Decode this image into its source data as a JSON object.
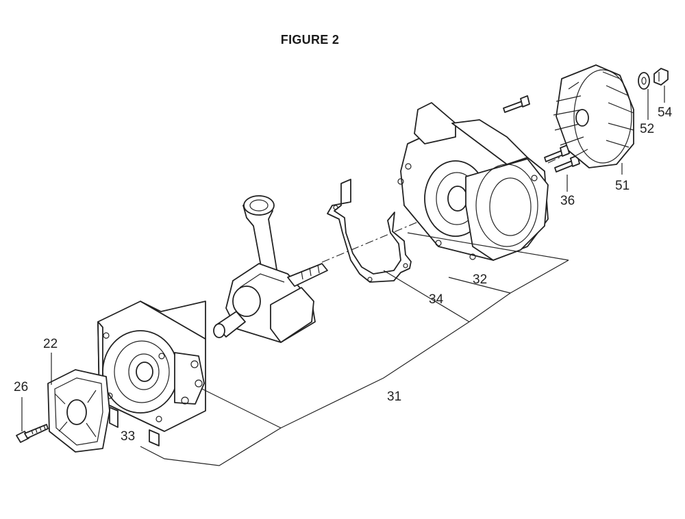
{
  "figure": {
    "title": "FIGURE 2"
  },
  "parts": [
    {
      "number": "22"
    },
    {
      "number": "26"
    },
    {
      "number": "31"
    },
    {
      "number": "32"
    },
    {
      "number": "33"
    },
    {
      "number": "34"
    },
    {
      "number": "36"
    },
    {
      "number": "51"
    },
    {
      "number": "52"
    },
    {
      "number": "54"
    }
  ],
  "colors": {
    "line": "#222222",
    "background": "#ffffff"
  }
}
